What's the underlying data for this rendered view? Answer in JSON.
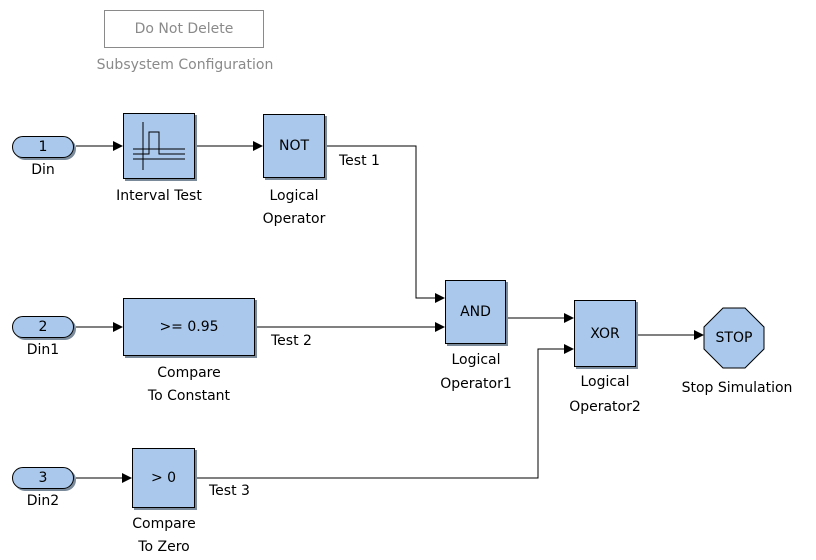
{
  "annotation": {
    "button_text": "Do Not Delete",
    "caption": "Subsystem Configuration"
  },
  "inports": [
    {
      "number": "1",
      "label": "Din"
    },
    {
      "number": "2",
      "label": "Din1"
    },
    {
      "number": "3",
      "label": "Din2"
    }
  ],
  "blocks": {
    "interval_test": {
      "label": "Interval Test"
    },
    "not_op": {
      "text": "NOT",
      "label_line1": "Logical",
      "label_line2": "Operator"
    },
    "compare_const": {
      "text": ">= 0.95",
      "label_line1": "Compare",
      "label_line2": "To Constant"
    },
    "compare_zero": {
      "text": "> 0",
      "label_line1": "Compare",
      "label_line2": "To Zero"
    },
    "and_op": {
      "text": "AND",
      "label_line1": "Logical",
      "label_line2": "Operator1"
    },
    "xor_op": {
      "text": "XOR",
      "label_line1": "Logical",
      "label_line2": "Operator2"
    },
    "stop": {
      "text": "STOP",
      "label": "Stop Simulation"
    }
  },
  "signals": {
    "test1": "Test 1",
    "test2": "Test 2",
    "test3": "Test 3"
  },
  "colors": {
    "block_fill": "#a9c8ec",
    "annotation_gray": "#8a8a8a",
    "line": "#000000"
  },
  "icons": {
    "interval_test": "interval-pulse-icon",
    "stop": "octagon-stop-icon"
  }
}
